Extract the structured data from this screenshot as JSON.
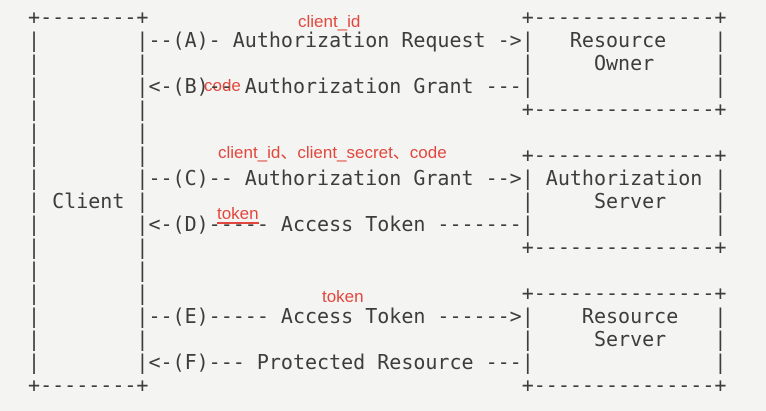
{
  "diagram": {
    "ascii_lines": [
      " +--------+                               +---------------+",
      " |        |--(A)- Authorization Request ->|   Resource    |",
      " |        |                               |     Owner     |",
      " |        |<-(B)-- Authorization Grant ---|               |",
      " |        |                               +---------------+",
      " |        |",
      " |        |                               +---------------+",
      " |        |--(C)-- Authorization Grant -->| Authorization |",
      " | Client |                               |     Server    |",
      " |        |<-(D)----- Access Token -------|               |",
      " |        |                               +---------------+",
      " |        |",
      " |        |                               +---------------+",
      " |        |--(E)----- Access Token ------>|    Resource   |",
      " |        |                               |     Server    |",
      " |        |<-(F)--- Protected Resource ---|               |",
      " +--------+                               +---------------+"
    ],
    "entities": {
      "client": "Client",
      "resource_owner": "Resource Owner",
      "authorization_server": "Authorization Server",
      "resource_server": "Resource Server"
    },
    "steps": {
      "a": "Authorization Request",
      "b": "Authorization Grant",
      "c": "Authorization Grant",
      "d": "Access Token",
      "e": "Access Token",
      "f": "Protected Resource"
    }
  },
  "annotations": {
    "step_a": "client_id",
    "step_b": "code",
    "step_c": "client_id、client_secret、code",
    "step_d": "token",
    "step_e": "token"
  },
  "colors": {
    "background": "#f4f4f2",
    "diagram_text": "#3d3d3d",
    "annotation_red": "#e2463c"
  }
}
